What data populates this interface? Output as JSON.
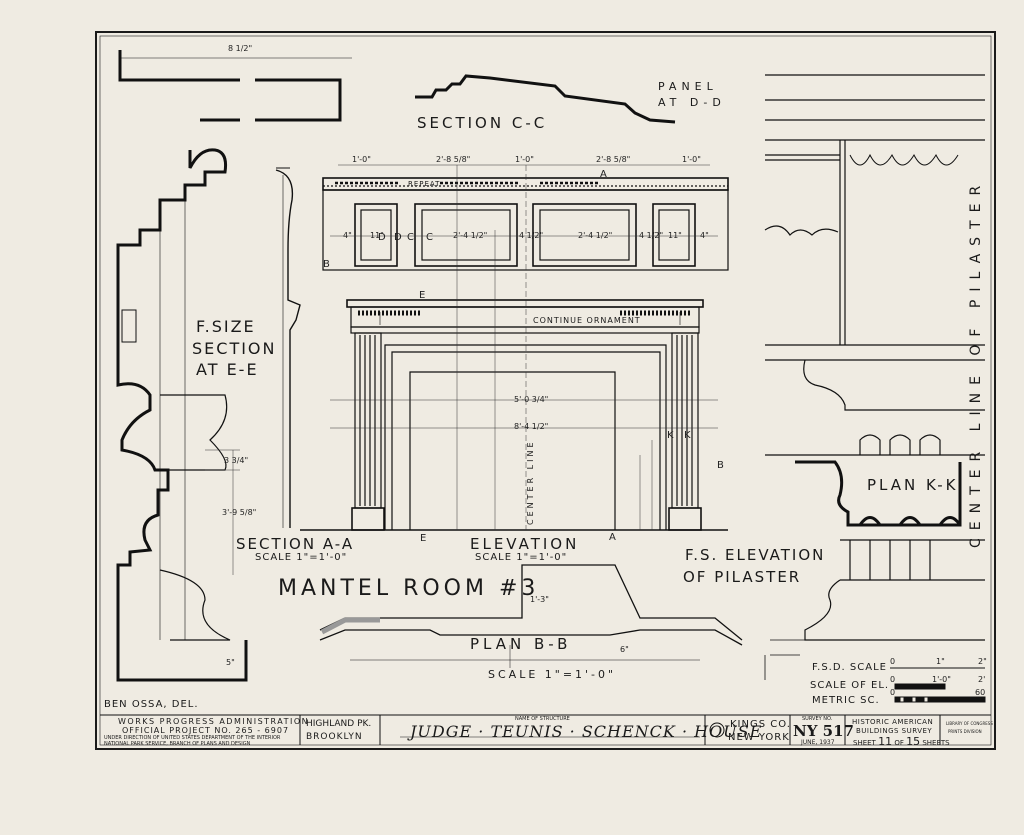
{
  "drawing": {
    "section_cc": "SECTION C-C",
    "panel_dd_1": "PANEL",
    "panel_dd_2": "AT D-D",
    "fsize_1": "F.SIZE",
    "fsize_2": "SECTION",
    "fsize_3": "AT E-E",
    "section_aa": "SECTION A-A",
    "section_aa_scale": "SCALE 1\"=1'-0\"",
    "elevation": "ELEVATION",
    "elevation_scale": "SCALE 1\"=1'-0\"",
    "fs_elev_1": "F.S. ELEVATION",
    "fs_elev_2": "OF PILASTER",
    "mantel_room": "MANTEL ROOM #3",
    "plan_bb": "PLAN B-B",
    "plan_bb_scale": "SCALE 1\"=1'-0\"",
    "plan_kk": "PLAN K-K",
    "center_line_pilaster": "CENTER LINE OF PILASTER",
    "center_line": "CENTER LINE",
    "continue_ornament": "CONTINUE ORNAMENT",
    "repeat": "REPEAT",
    "top_dims": [
      "1'-0\"",
      "2'-8 5/8\"",
      "1'-0\"",
      "2'-8 5/8\"",
      "1'-0\""
    ],
    "panel_dims": [
      "4\"",
      "11\"",
      "2'-4 1/2\"",
      "4 1/2\"",
      "2'-4 1/2\"",
      "4 1/2\"",
      "11\"",
      "4\""
    ],
    "opening_width": "5'-0 3/4\"",
    "overall_width": "8'-4 1/2\"",
    "top_overall": "8 1/2\"",
    "dim_5a": "5\"",
    "dim_6": "6\"",
    "dim_1_3": "1'-3\"",
    "dim_3_9": "3'-9 5/8\"",
    "dim_3_4": "3 3/4\"",
    "fsd_scale": "F.S.D. SCALE",
    "scale_of_el": "SCALE OF EL.",
    "metric_sc": "METRIC SC.",
    "scale_nums": [
      "0",
      "1\"",
      "2\"",
      "0",
      "1'-0\"",
      "2'",
      "0",
      "60"
    ],
    "markers": [
      "A",
      "A",
      "B",
      "B",
      "E",
      "E",
      "K",
      "K",
      "C",
      "C",
      "D",
      "D"
    ]
  },
  "title_block": {
    "delineator": "BEN OSSA, DEL.",
    "wpa": "WORKS PROGRESS ADMINISTRATION",
    "official_project": "OFFICIAL PROJECT  NO. 265 - 6907",
    "under_direction": "UNDER DIRECTION OF UNITED STATES DEPARTMENT OF THE INTERIOR",
    "nps": "NATIONAL PARK SERVICE, BRANCH OF PLANS AND DESIGN",
    "locality_1": "HIGHLAND PK.",
    "locality_2": "BROOKLYN",
    "name_of_structure": "NAME OF STRUCTURE",
    "structure": "JUDGE · TEUNIS · SCHENCK · HOUSE",
    "county": "KINGS CO.",
    "state": "NEW YORK",
    "survey_no_label": "SURVEY NO.",
    "survey_no": "NY 517",
    "date": "JUNE, 1937",
    "habs_1": "HISTORIC AMERICAN",
    "habs_2": "BUILDINGS SURVEY",
    "sheet_word": "SHEET",
    "sheet_no": "11",
    "of_word": "OF",
    "sheet_total": "15",
    "sheets_word": "SHEETS",
    "loc_1": "LIBRARY OF CONGRESS",
    "loc_2": "PRINTS DIVISION"
  }
}
